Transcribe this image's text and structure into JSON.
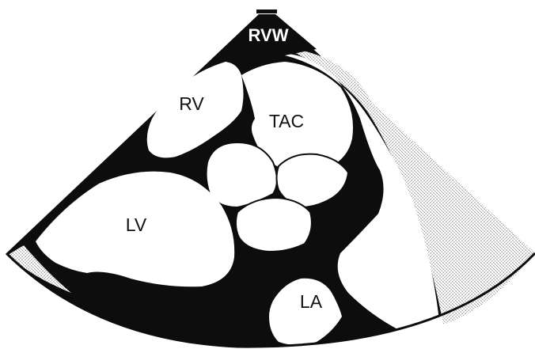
{
  "labels": {
    "rvw": "RVW",
    "rv": "RV",
    "tac": "TAC",
    "lv": "LV",
    "la": "LA"
  },
  "colors": {
    "tissue": "#0d0d0d",
    "cavity": "#ffffff",
    "background": "#ffffff",
    "speckle": "#9a9a9a"
  }
}
